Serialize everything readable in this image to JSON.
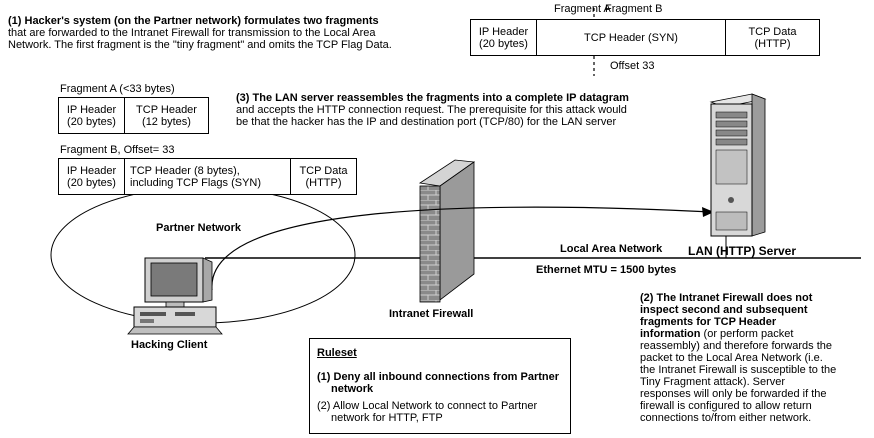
{
  "step1": {
    "heading": "(1) Hacker's system (on the Partner network) formulates two fragments",
    "line2": "that are forwarded to the Intranet Firewall for transmission to the Local Area",
    "line3": "Network. The first fragment is the \"tiny fragment\" and omits the TCP Flag Data."
  },
  "top_packet": {
    "fragment_a": "Fragment A",
    "fragment_b": "Fragment B",
    "ip_header_1": "IP Header",
    "ip_header_2": "(20 bytes)",
    "tcp_header": "TCP Header (SYN)",
    "tcp_data_1": "TCP Data",
    "tcp_data_2": "(HTTP)",
    "offset": "Offset 33"
  },
  "fragment_a": {
    "label": "Fragment A (<33 bytes)",
    "ip_header_1": "IP Header",
    "ip_header_2": "(20 bytes)",
    "tcp_header_1": "TCP Header",
    "tcp_header_2": "(12 bytes)"
  },
  "fragment_b": {
    "label": "Fragment B, Offset= 33",
    "ip_header_1": "IP Header",
    "ip_header_2": "(20 bytes)",
    "tcp_header_1": "TCP Header (8 bytes),",
    "tcp_header_2": "including TCP Flags (SYN)",
    "tcp_data_1": "TCP Data",
    "tcp_data_2": "(HTTP)"
  },
  "step3": {
    "heading": "(3) The LAN server reassembles the fragments into a complete IP datagram",
    "line2": "and accepts the HTTP connection request. The prerequisite for this attack would",
    "line3": "be that the hacker has the IP and destination port (TCP/80) for the LAN server"
  },
  "labels": {
    "partner_network": "Partner Network",
    "lan_server": "LAN (HTTP) Server",
    "local_area_network": "Local Area Network",
    "ethernet_mtu": "Ethernet MTU = 1500 bytes",
    "hacking_client": "Hacking Client",
    "intranet_firewall": "Intranet Firewall"
  },
  "ruleset": {
    "title": "Ruleset",
    "rule1_line1": "(1) Deny all inbound connections from Partner",
    "rule1_line2": "network",
    "rule2_line1": "(2) Allow Local Network to connect to Partner",
    "rule2_line2": "network for HTTP, FTP"
  },
  "step2": {
    "line1": "(2) The Intranet Firewall does not",
    "line2": "inspect second and subsequent",
    "line3": "fragments for TCP Header",
    "line4_bold": "information",
    "line4_rest": " (or perform packet",
    "line5": "reassembly) and therefore forwards the",
    "line6": "packet to the Local Area Network (i.e.",
    "line7": "the Intranet Firewall is susceptible to the",
    "line8": "Tiny Fragment attack). Server",
    "line9": "responses will only be forwarded if the",
    "line10": "firewall is configured to allow return",
    "line11": "connections to/from either network."
  },
  "colors": {
    "firewall_brick": "#8a8a8a",
    "firewall_light": "#c8c8c8",
    "server_body": "#d8d8d8",
    "ink": "#000000"
  }
}
